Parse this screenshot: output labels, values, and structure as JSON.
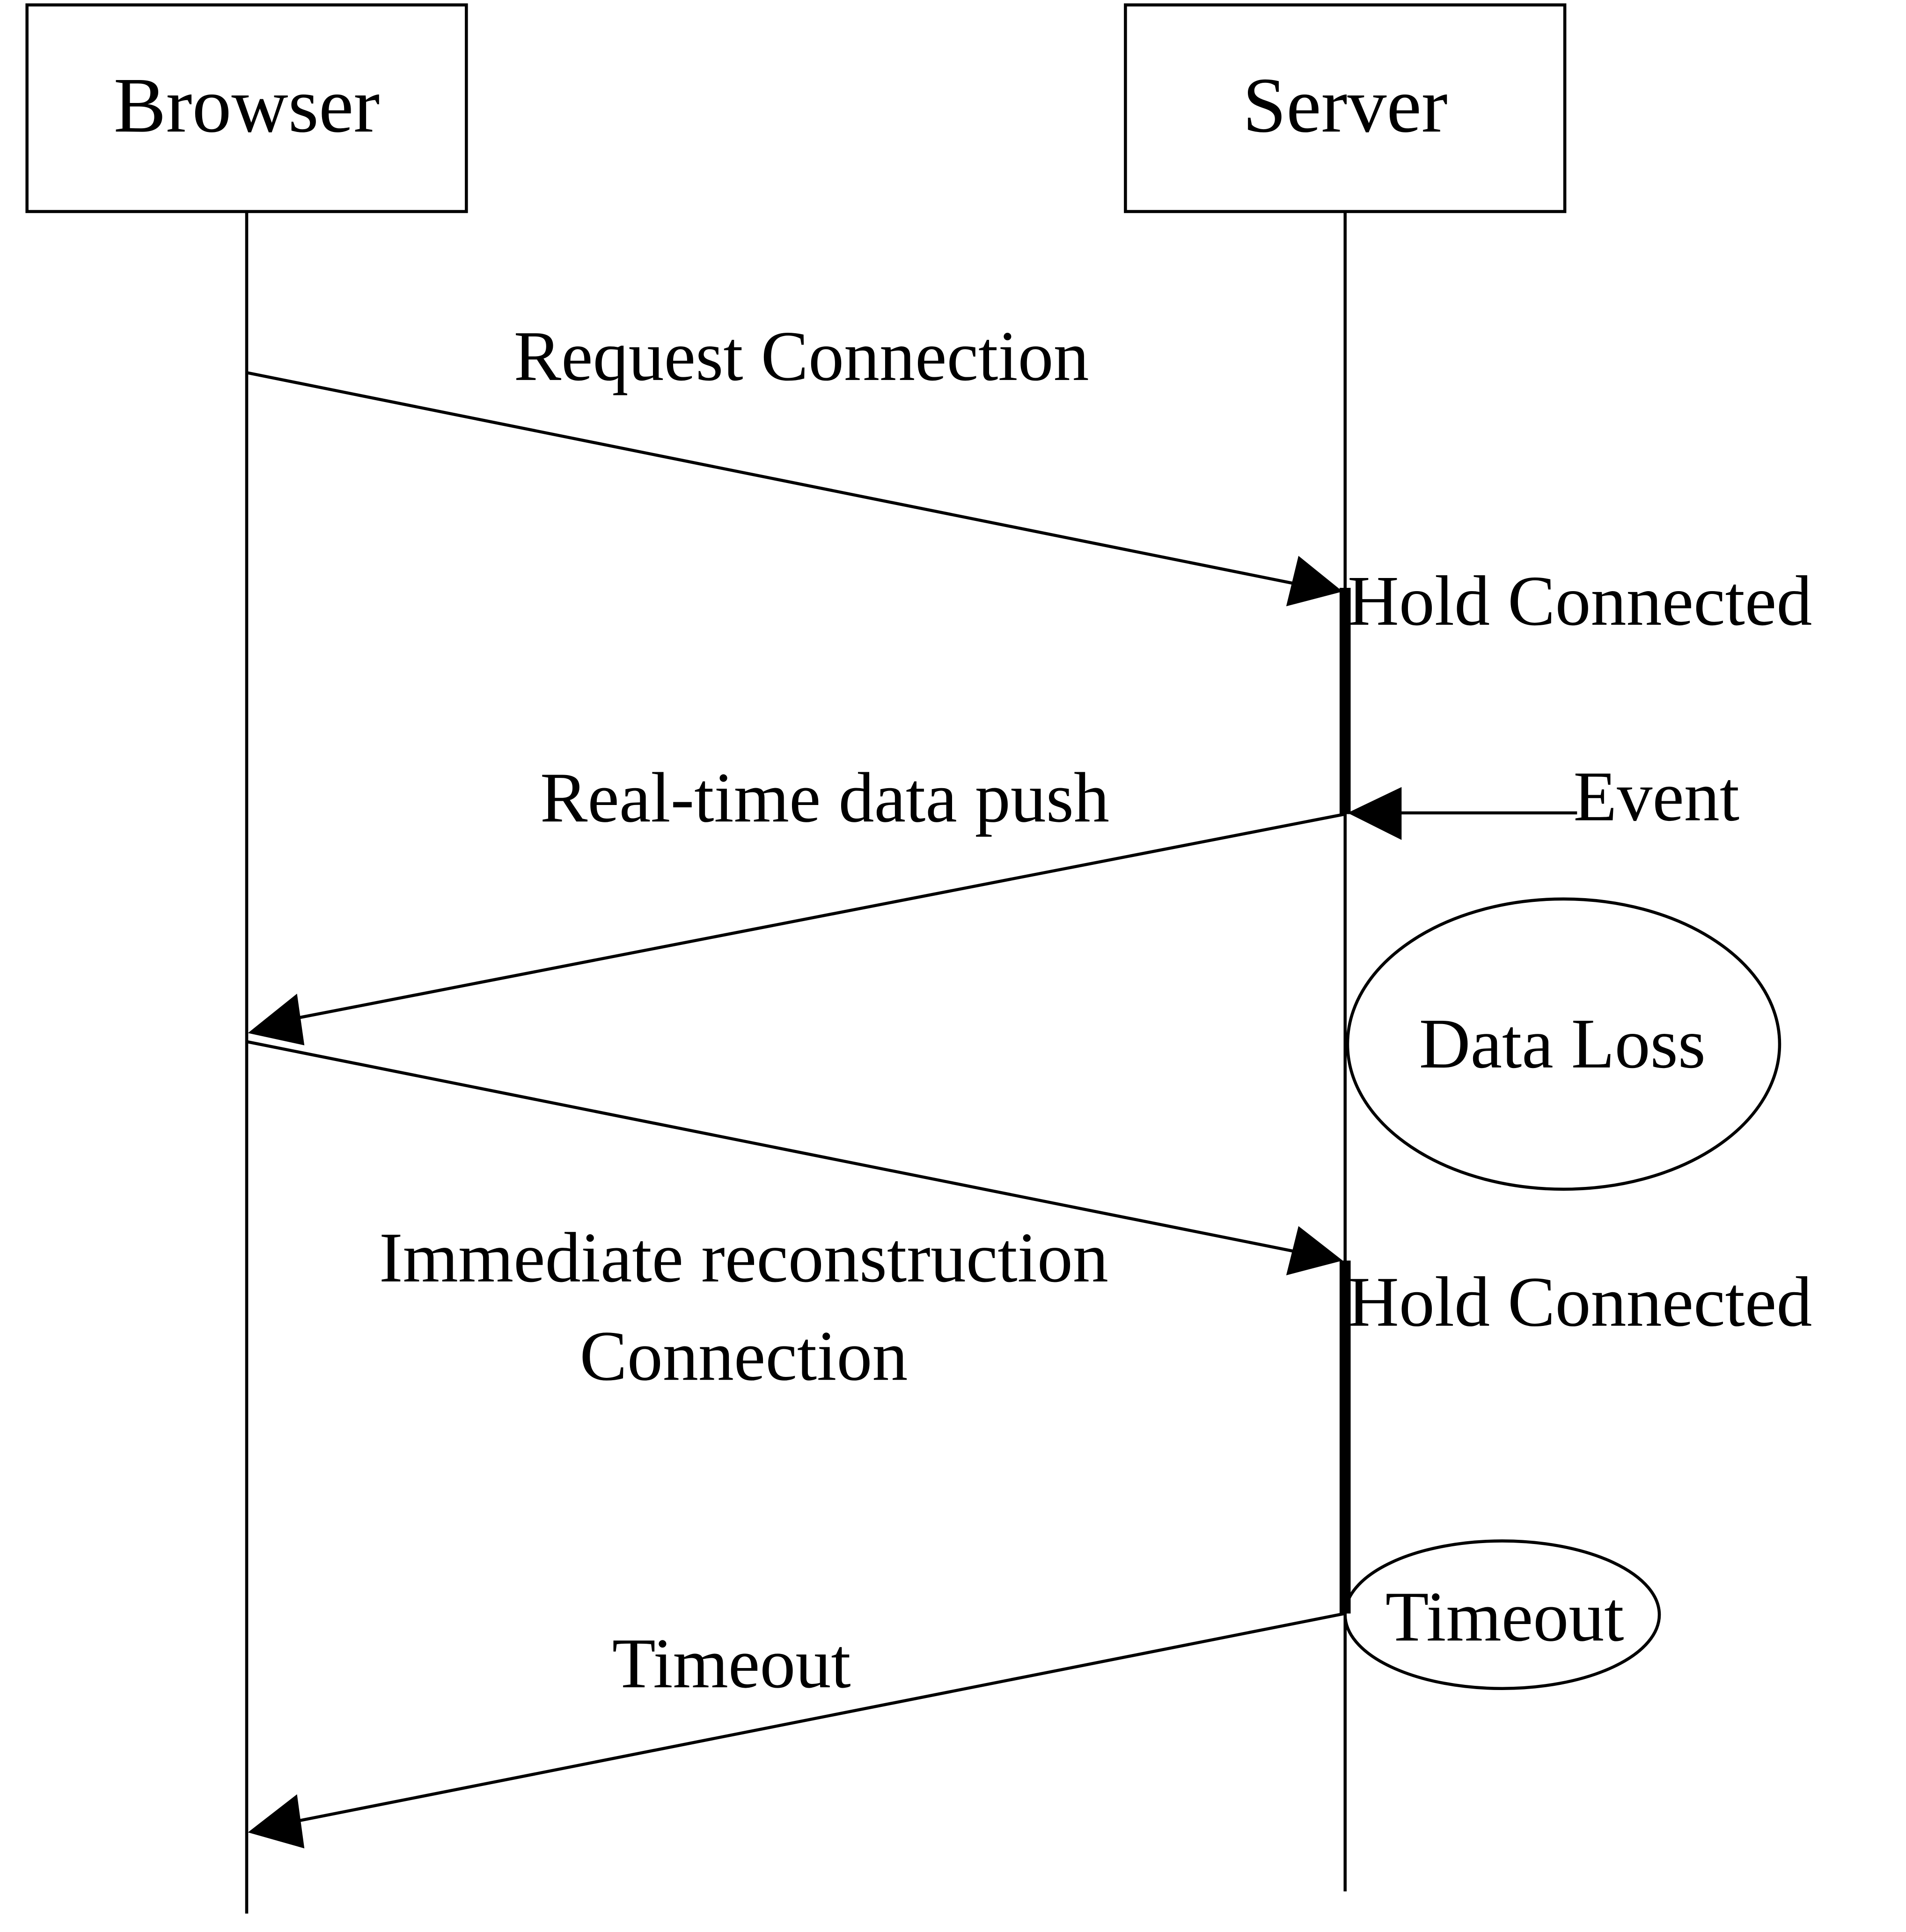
{
  "participants": {
    "browser": "Browser",
    "server": "Server"
  },
  "messages": {
    "request_connection": "Request Connection",
    "real_time_data_push": "Real-time data push",
    "immediate_reconstruction_line1": "Immediate reconstruction",
    "immediate_reconstruction_line2": "Connection",
    "timeout": "Timeout"
  },
  "server_notes": {
    "hold_connected_1": "Hold Connected",
    "event": "Event",
    "data_loss": "Data Loss",
    "hold_connected_2": "Hold Connected",
    "timeout": "Timeout"
  },
  "colors": {
    "ink": "#000000",
    "background": "#ffffff"
  }
}
